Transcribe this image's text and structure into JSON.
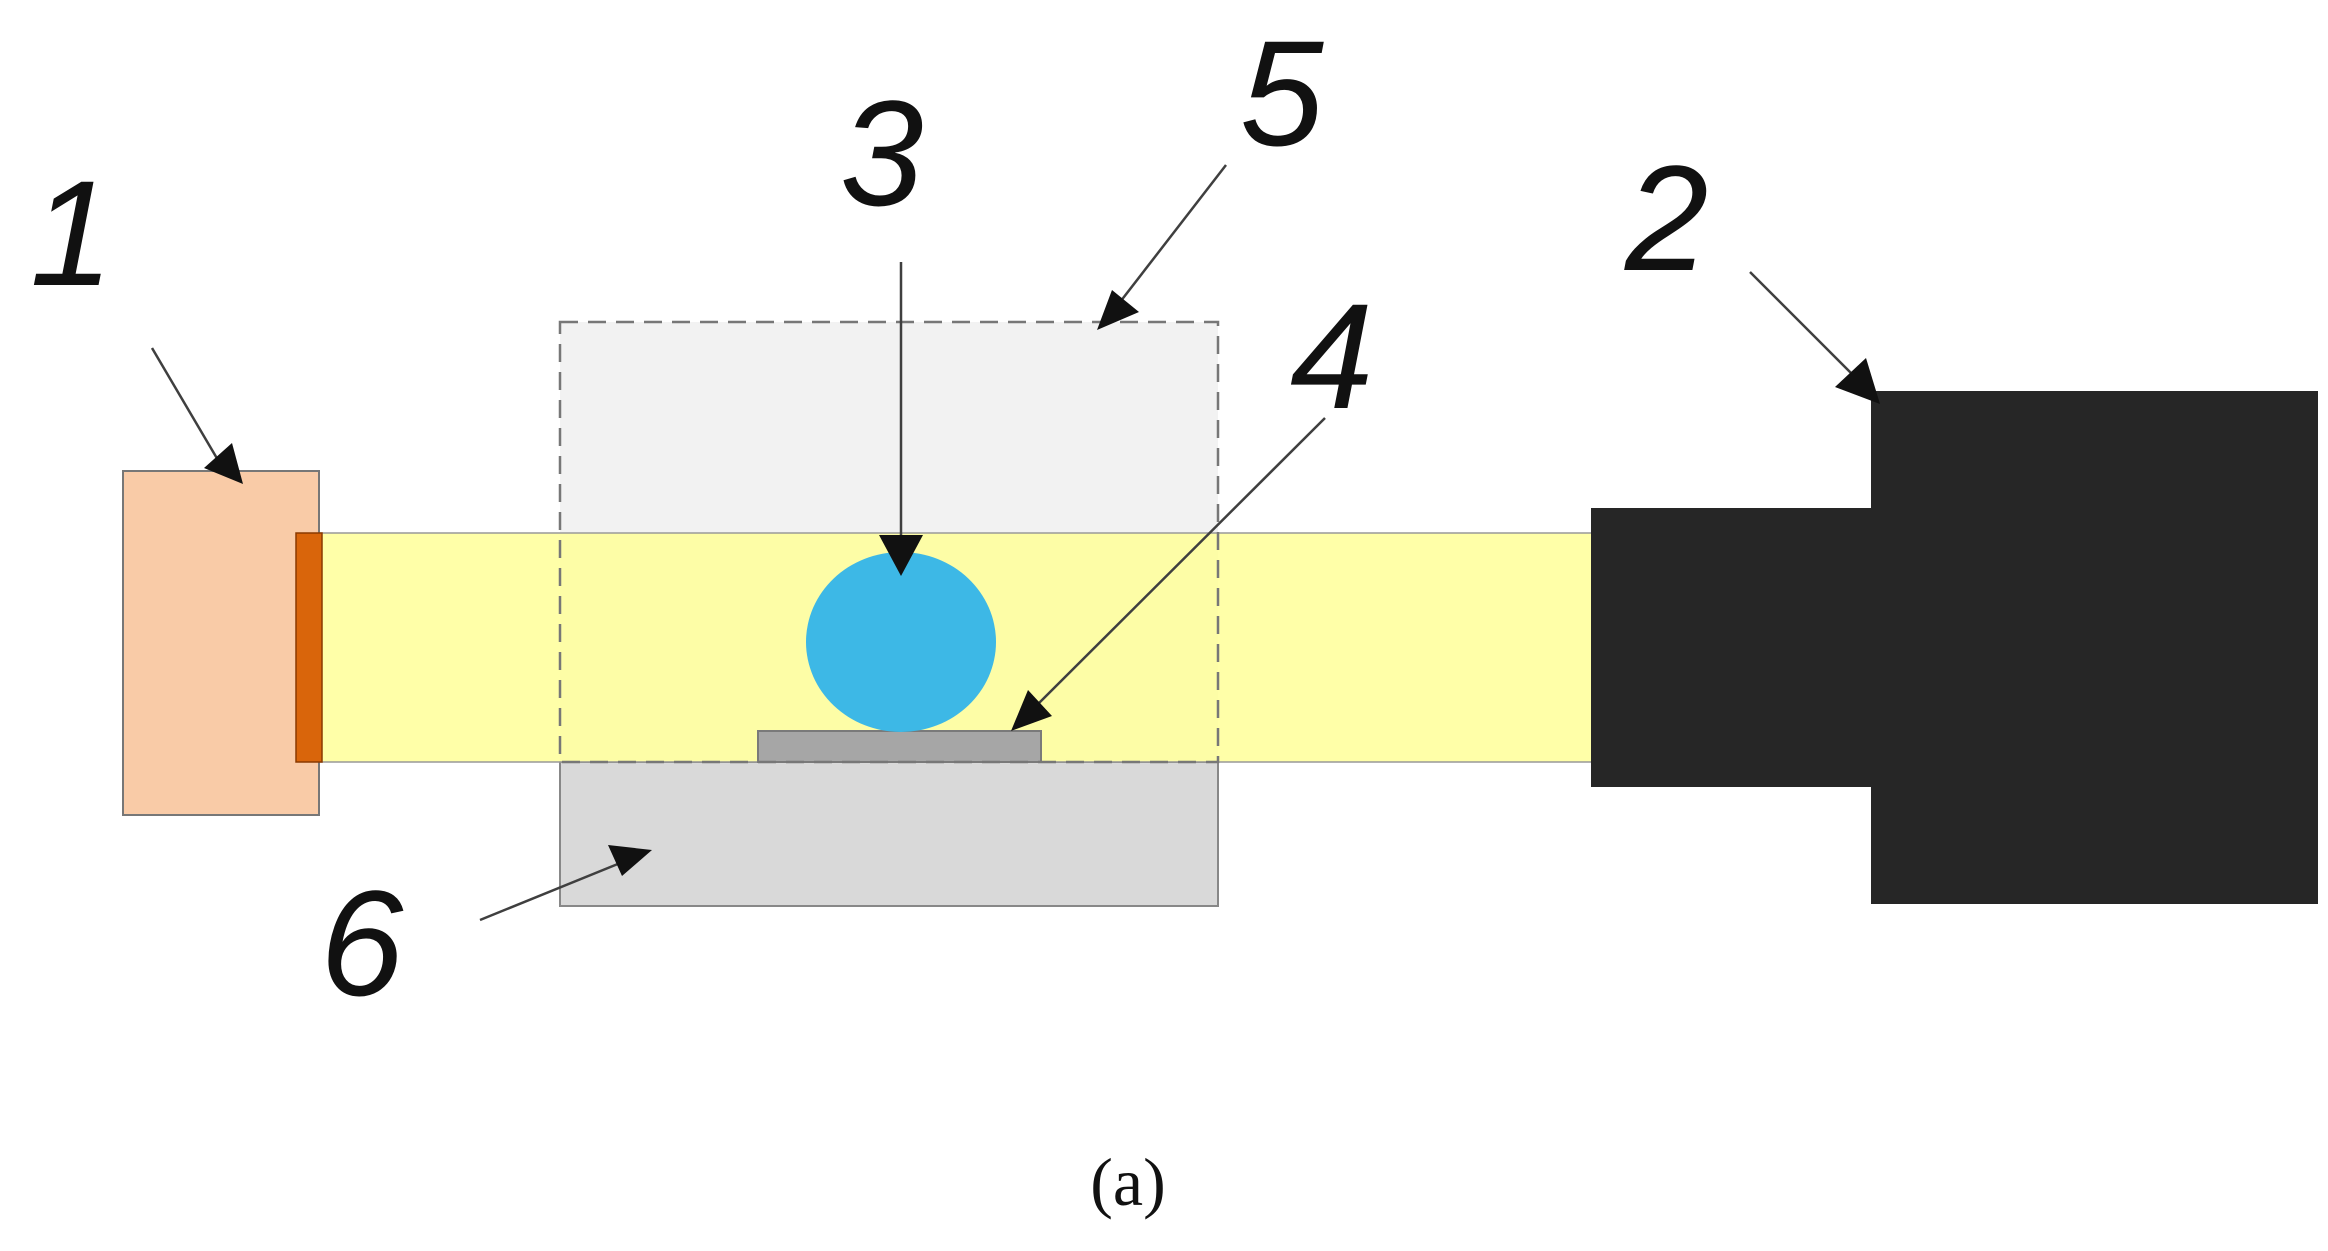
{
  "labels": {
    "light_source": "1",
    "camera": "2",
    "droplet": "3",
    "substrate": "4",
    "chamber": "5",
    "stage": "6"
  },
  "caption": "(a)",
  "colors": {
    "light_source_body": "#f9cba7",
    "light_source_emitter": "#d9650b",
    "light_beam": "#ffff99",
    "chamber_fill": "#f2f2f2",
    "droplet": "#3db8e6",
    "substrate": "#a6a6a6",
    "stage": "#d9d9d9",
    "camera": "#262626",
    "arrow": "#3f3f3f"
  }
}
